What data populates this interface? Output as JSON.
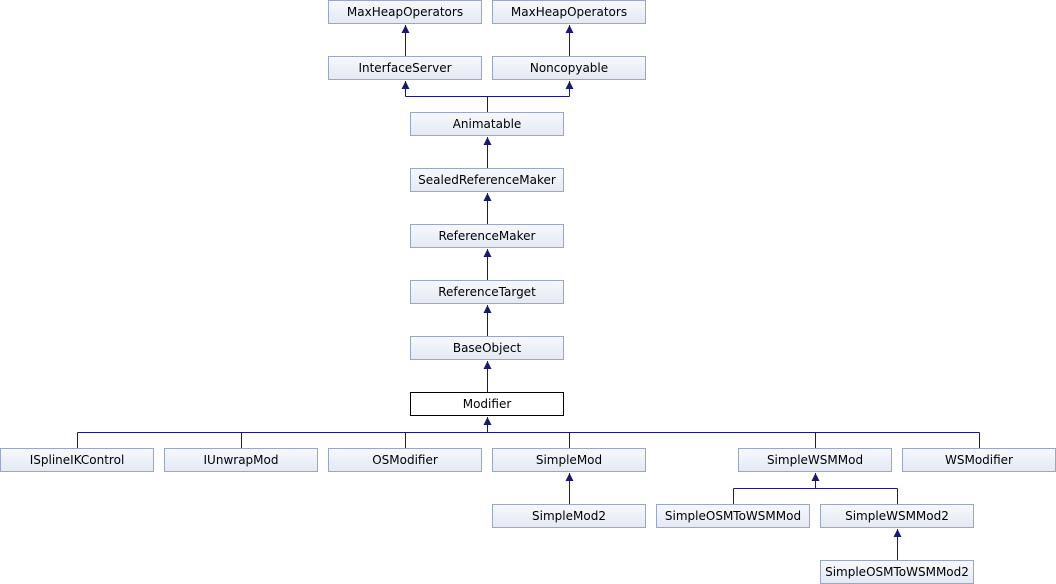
{
  "diagram": {
    "colors": {
      "edge": "#191970",
      "node_border": "#9aa6c5",
      "node_fill": "#e4e9f4",
      "current_border": "#000000"
    },
    "nodes": {
      "maxheap1": "MaxHeapOperators",
      "maxheap2": "MaxHeapOperators",
      "interfaceserver": "InterfaceServer",
      "noncopyable": "Noncopyable",
      "animatable": "Animatable",
      "sealedreferencemaker": "SealedReferenceMaker",
      "referencemaker": "ReferenceMaker",
      "referencetarget": "ReferenceTarget",
      "baseobject": "BaseObject",
      "modifier": "Modifier",
      "isplineikcontrol": "ISplineIKControl",
      "iunwrapmod": "IUnwrapMod",
      "osmodifier": "OSModifier",
      "simplemod": "SimpleMod",
      "simplewsmmod": "SimpleWSMMod",
      "wsmodifier": "WSModifier",
      "simplemod2": "SimpleMod2",
      "simpleosmtowsmmod": "SimpleOSMToWSMMod",
      "simplewsmmod2": "SimpleWSMMod2",
      "simpleosmtowsmmod2": "SimpleOSMToWSMMod2"
    },
    "current_node": "modifier"
  }
}
